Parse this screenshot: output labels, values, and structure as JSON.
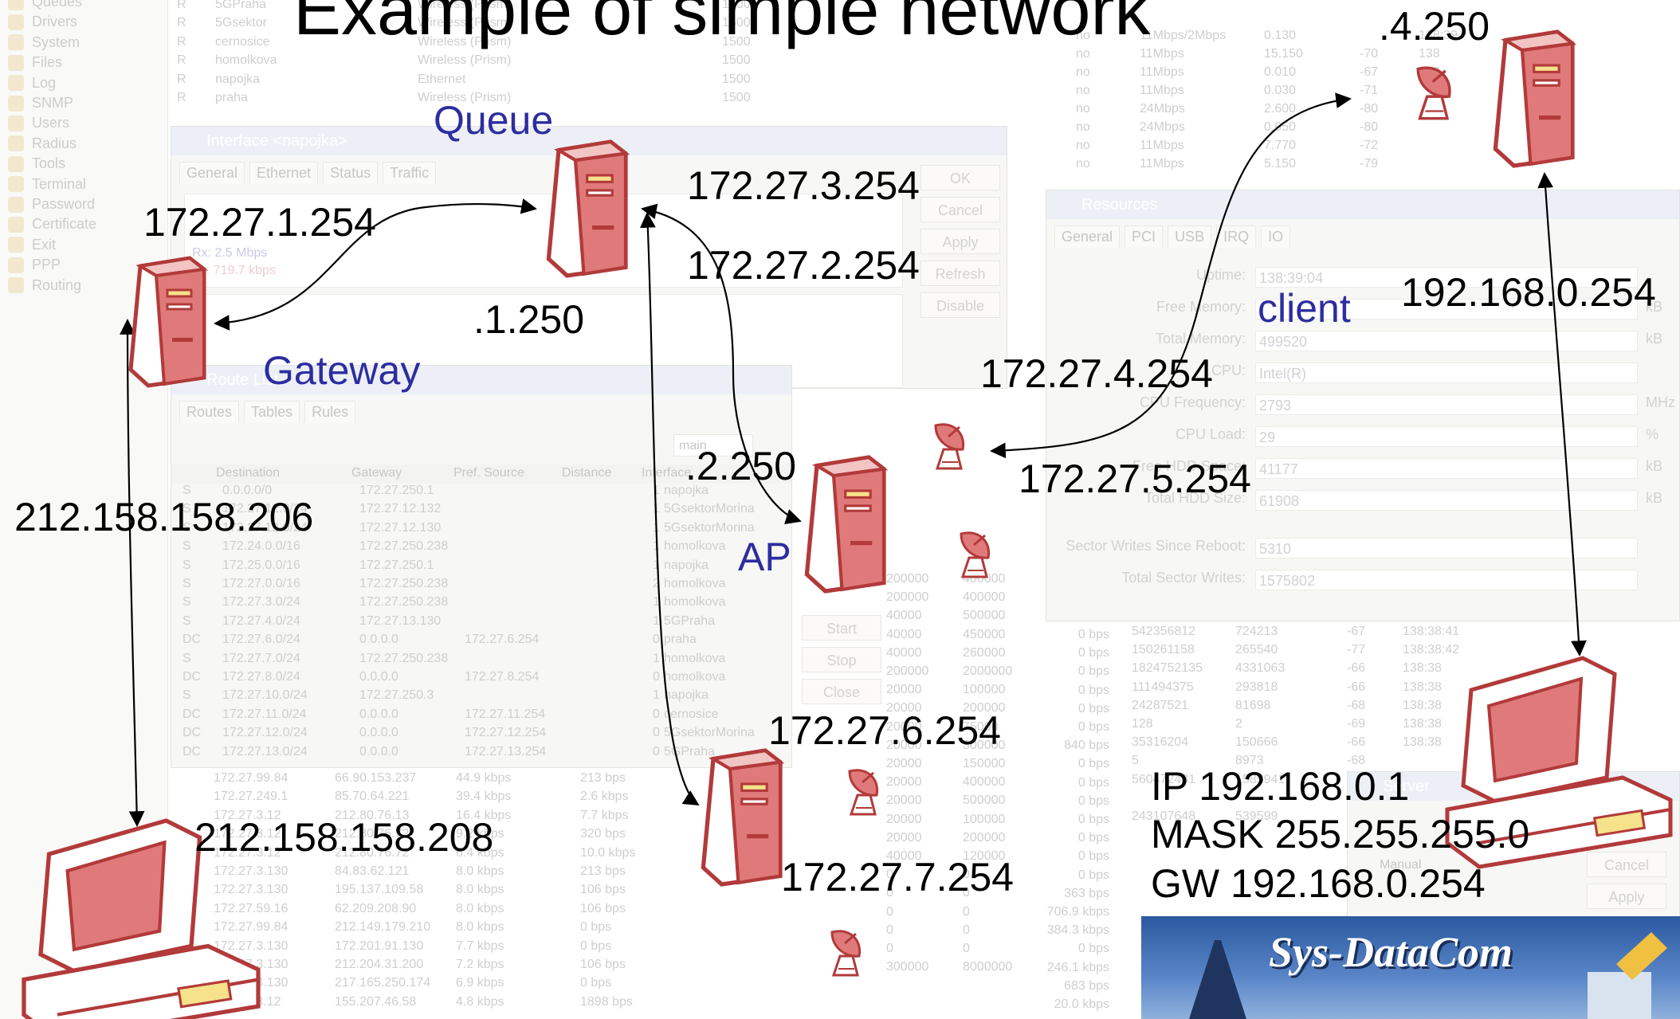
{
  "slide": {
    "title": "Example of simple network",
    "nodes": {
      "queue": {
        "name": "Queue",
        "ips": [
          "172.27.1.254",
          "172.27.3.254",
          "172.27.2.254"
        ]
      },
      "gateway": {
        "name": "Gateway",
        "ip": ".1.250",
        "wan_ip": "212.158.158.206"
      },
      "ap": {
        "name": "AP",
        "ip": ".2.250",
        "ips": [
          "172.27.6.254",
          "172.27.7.254"
        ]
      },
      "client": {
        "name": "client",
        "ips": [
          "172.27.4.254",
          "172.27.5.254",
          ".4.250",
          "192.168.0.254"
        ]
      },
      "internet_pc": {
        "ip": "212.158.158.208"
      },
      "lan_pc": {
        "config": [
          "IP 192.168.0.1",
          "MASK 255.255.255.0",
          "GW 192.168.0.254"
        ]
      }
    },
    "logo": "Sys-DataCom"
  },
  "background": {
    "sidebar_items": [
      "Queues",
      "Drivers",
      "System",
      "Files",
      "Log",
      "SNMP",
      "Users",
      "Radius",
      "Tools",
      "Terminal",
      "Password",
      "Certificate",
      "Exit",
      "PPP",
      "Routing"
    ],
    "interfaces": [
      {
        "t": "R",
        "name": "5GPraha",
        "type": "Wireless (Prism)",
        "mtu": "1500"
      },
      {
        "t": "R",
        "name": "5Gsektor",
        "type": "Wireless (Prism)",
        "mtu": "1500"
      },
      {
        "t": "R",
        "name": "cernosice",
        "type": "Wireless (Prism)",
        "mtu": "1500"
      },
      {
        "t": "R",
        "name": "homolkova",
        "type": "Wireless (Prism)",
        "mtu": "1500"
      },
      {
        "t": "R",
        "name": "napojka",
        "type": "Ethernet",
        "mtu": "1500"
      },
      {
        "t": "R",
        "name": "praha",
        "type": "Wireless (Prism)",
        "mtu": "1500"
      }
    ],
    "interface_window": {
      "title": "Interface <napojka>",
      "tabs": [
        "General",
        "Ethernet",
        "Status",
        "Traffic"
      ],
      "buttons": [
        "OK",
        "Cancel",
        "Apply",
        "Refresh",
        "Disable"
      ],
      "legend_rx": "Rx: 2.5 Mbps",
      "legend_tx": "Tx: 719.7 kbps"
    },
    "route_window": {
      "title": "Route List",
      "tabs": [
        "Routes",
        "Tables",
        "Rules"
      ],
      "filter": "main",
      "columns": [
        "Destination",
        "Gateway",
        "Pref. Source",
        "Distance",
        "Interface"
      ],
      "rows": [
        [
          "S",
          "0.0.0.0/0",
          "172.27.250.1",
          "",
          "1",
          "napojka"
        ],
        [
          "S",
          "172.27.12.0/24",
          "172.27.12.132",
          "",
          "1",
          "5GsektorMorina"
        ],
        [
          "S",
          "172.27.12.0/24",
          "172.27.12.130",
          "",
          "1",
          "5GsektorMorina"
        ],
        [
          "S",
          "172.24.0.0/16",
          "172.27.250.238",
          "",
          "1",
          "homolkova"
        ],
        [
          "S",
          "172.25.0.0/16",
          "172.27.250.1",
          "",
          "1",
          "napojka"
        ],
        [
          "S",
          "172.27.0.0/16",
          "172.27.250.238",
          "",
          "2",
          "homolkova"
        ],
        [
          "S",
          "172.27.3.0/24",
          "172.27.250.238",
          "",
          "1",
          "homolkova"
        ],
        [
          "S",
          "172.27.4.0/24",
          "172.27.13.130",
          "",
          "1",
          "5GPraha"
        ],
        [
          "DC",
          "172.27.6.0/24",
          "0.0.0.0",
          "172.27.6.254",
          "0",
          "praha"
        ],
        [
          "S",
          "172.27.7.0/24",
          "172.27.250.238",
          "",
          "1",
          "homolkova"
        ],
        [
          "DC",
          "172.27.8.0/24",
          "0.0.0.0",
          "172.27.8.254",
          "0",
          "homolkova"
        ],
        [
          "S",
          "172.27.10.0/24",
          "172.27.250.3",
          "",
          "1",
          "napojka"
        ],
        [
          "DC",
          "172.27.11.0/24",
          "0.0.0.0",
          "172.27.11.254",
          "0",
          "cernosice"
        ],
        [
          "DC",
          "172.27.12.0/24",
          "0.0.0.0",
          "172.27.12.254",
          "0",
          "5GsektorMorina"
        ],
        [
          "DC",
          "172.27.13.0/24",
          "0.0.0.0",
          "172.27.13.254",
          "0",
          "5GPraha"
        ]
      ]
    },
    "torch_rows": [
      [
        "172.27.99.84",
        "66.90.153.237",
        "44.9 kbps",
        "213 bps"
      ],
      [
        "172.27.249.1",
        "85.70.64.221",
        "39.4 kbps",
        "2.6 kbps"
      ],
      [
        "172.27.3.12",
        "212.80.76.13",
        "16.4 kbps",
        "7.7 kbps"
      ],
      [
        "172.27.3.12",
        "212.80.76.72",
        "9.2 kbps",
        "320 bps"
      ],
      [
        "172.27.3.12",
        "212.80.76.72",
        "6.4 kbps",
        "10.0 kbps"
      ],
      [
        "172.27.3.130",
        "84.83.62.121",
        "8.0 kbps",
        "213 bps"
      ],
      [
        "172.27.3.130",
        "195.137.109.58",
        "8.0 kbps",
        "106 bps"
      ],
      [
        "172.27.59.16",
        "62.209.208.90",
        "8.0 kbps",
        "106 bps"
      ],
      [
        "172.27.99.84",
        "212.149.179.210",
        "8.0 kbps",
        "0 bps"
      ],
      [
        "172.27.3.130",
        "172.201.91.130",
        "7.7 kbps",
        "0 bps"
      ],
      [
        "172.27.3.130",
        "212.204.31.200",
        "7.2 kbps",
        "106 bps"
      ],
      [
        "172.27.3.130",
        "217.165.250.174",
        "6.9 kbps",
        "0 bps"
      ],
      [
        "172.27.3.12",
        "155.207.46.58",
        "4.8 kbps",
        "1898 bps"
      ]
    ],
    "torch_buttons": [
      "Start",
      "Stop",
      "Close"
    ],
    "queue_rows": [
      [
        "200000",
        "400000"
      ],
      [
        "200000",
        "400000"
      ],
      [
        "40000",
        "500000"
      ],
      [
        "40000",
        "450000"
      ],
      [
        "40000",
        "260000"
      ],
      [
        "200000",
        "2000000"
      ],
      [
        "20000",
        "100000"
      ],
      [
        "20000",
        "200000"
      ],
      [
        "20000",
        "75000"
      ],
      [
        "20000",
        "300000"
      ],
      [
        "20000",
        "150000"
      ],
      [
        "20000",
        "400000"
      ],
      [
        "20000",
        "500000"
      ],
      [
        "20000",
        "100000"
      ],
      [
        "20000",
        "200000"
      ],
      [
        "40000",
        "120000"
      ],
      [
        "0",
        "0"
      ],
      [
        "0",
        "0"
      ],
      [
        "0",
        "0"
      ],
      [
        "0",
        "0"
      ],
      [
        "0",
        "0"
      ],
      [
        "300000",
        "8000000"
      ]
    ],
    "rate_rows": [
      "0 bps",
      "0 bps",
      "0 bps",
      "0 bps",
      "0 bps",
      "0 bps",
      "840 bps",
      "0 bps",
      "0 bps",
      "0 bps",
      "0 bps",
      "0 bps",
      "0 bps",
      "0 bps",
      "363 bps",
      "706.9 kbps",
      "384.3 kbps",
      "0 bps",
      "246.1 kbps",
      "683 bps",
      "20.0 kbps"
    ],
    "reg_rows": [
      [
        "542356812",
        "724213",
        "-67",
        "138:38:41"
      ],
      [
        "150261158",
        "265540",
        "-77",
        "138:38:42"
      ],
      [
        "1824752135",
        "4331063",
        "-66",
        "138:38"
      ],
      [
        "111494375",
        "293818",
        "-66",
        "138:38"
      ],
      [
        "24287521",
        "81698",
        "-68",
        "138:38"
      ],
      [
        "128",
        "2",
        "-69",
        "138:38"
      ],
      [
        "35316204",
        "150666",
        "-66",
        "138:38"
      ],
      [
        "5",
        "8973",
        "-68",
        ""
      ],
      [
        "560472481",
        "1585941",
        "",
        ""
      ],
      [
        "",
        "",
        "",
        ""
      ],
      [
        "243107648",
        "539599",
        "",
        ""
      ]
    ],
    "wireless_rows": [
      [
        "no",
        "11Mbps/2Mbps",
        "0.130",
        "",
        "138:39"
      ],
      [
        "no",
        "11Mbps",
        "15.150",
        "-70",
        "138"
      ],
      [
        "no",
        "11Mbps",
        "0.010",
        "-67",
        "138"
      ],
      [
        "no",
        "11Mbps",
        "0.030",
        "-71",
        ""
      ],
      [
        "no",
        "24Mbps",
        "2.600",
        "-80",
        ""
      ],
      [
        "no",
        "24Mbps",
        "0.050",
        "-80",
        ""
      ],
      [
        "no",
        "11Mbps",
        "7.770",
        "-72",
        ""
      ],
      [
        "no",
        "11Mbps",
        "5.150",
        "-79",
        ""
      ]
    ],
    "resources": {
      "title": "Resources",
      "tabs": [
        "General",
        "PCI",
        "USB",
        "IRQ",
        "IO"
      ],
      "fields": [
        {
          "k": "Uptime:",
          "v": "138:39:04",
          "u": ""
        },
        {
          "k": "Free Memory:",
          "v": "",
          "u": "kB"
        },
        {
          "k": "Total Memory:",
          "v": "499520",
          "u": "kB"
        },
        {
          "k": "CPU:",
          "v": "Intel(R)",
          "u": ""
        },
        {
          "k": "CPU Frequency:",
          "v": "2793",
          "u": "MHz"
        },
        {
          "k": "CPU Load:",
          "v": "29",
          "u": "%"
        },
        {
          "k": "Free HDD Space:",
          "v": "41177",
          "u": "kB"
        },
        {
          "k": "Total HDD Size:",
          "v": "61908",
          "u": "kB"
        },
        {
          "k": "Sector Writes Since Reboot:",
          "v": "5310",
          "u": ""
        },
        {
          "k": "Total Sector Writes:",
          "v": "1575802",
          "u": ""
        }
      ]
    },
    "server_window": {
      "title": "Server",
      "check": "Manual",
      "buttons": [
        "Cancel",
        "Apply"
      ]
    }
  }
}
